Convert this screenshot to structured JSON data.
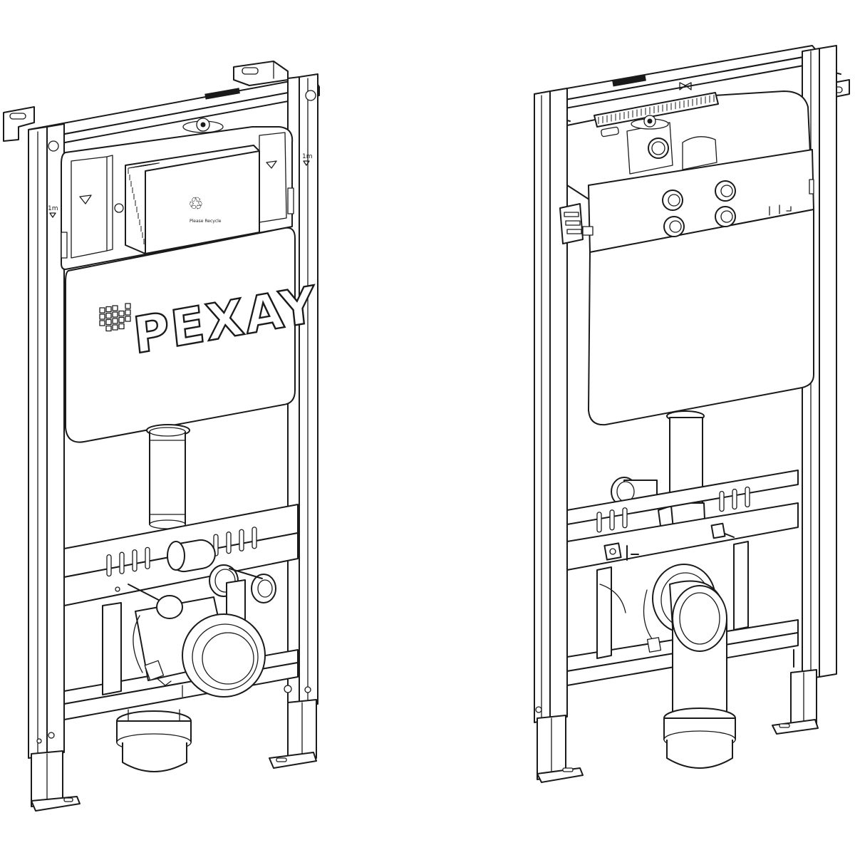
{
  "front_view": {
    "brand_text": "PEXAY",
    "height_marks": [
      "1m",
      "1m"
    ],
    "recycle_symbol": "♲",
    "recycle_text": "Please Recycle"
  },
  "rear_view": {
    "brand_text": "",
    "height_marks": []
  },
  "icons": [
    "recycle-icon",
    "brand-logo-grid-icon",
    "water-inlet-icon",
    "height-arrow-icon"
  ],
  "colors": {
    "line": "#1a1a1a",
    "fill": "#ffffff"
  }
}
